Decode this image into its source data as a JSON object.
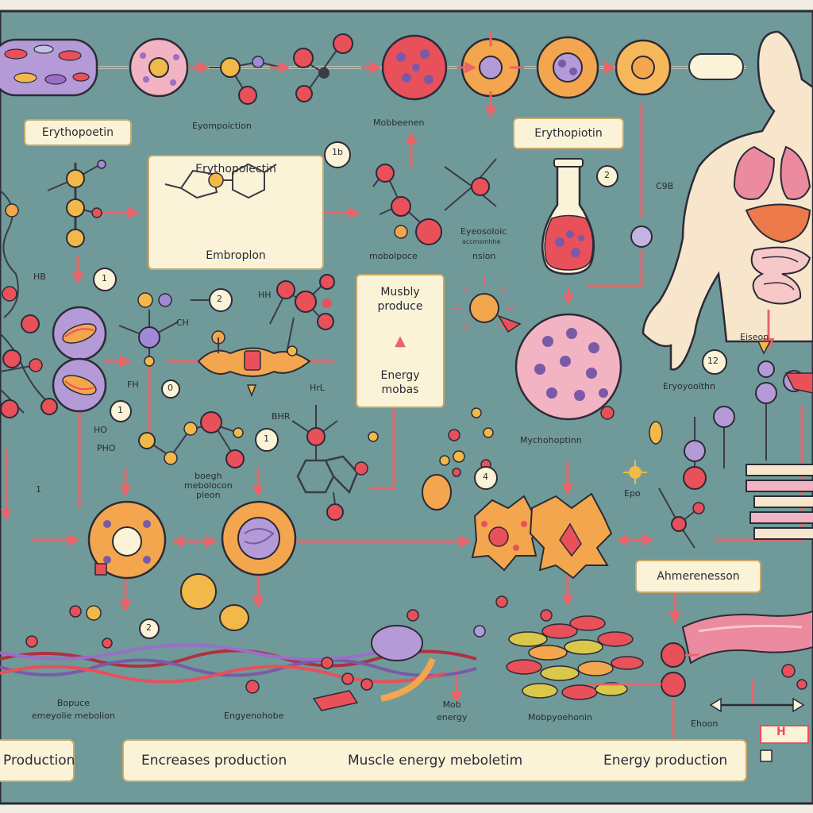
{
  "labels": {
    "erythopoetin_box_left": "Erythopoetin",
    "eyompoiction": "Eyompoiction",
    "mobbeenen": "Mobbeenen",
    "erythopiotin_box_right": "Erythopiotin",
    "erythopoiectin_title": "Erythopoiectin",
    "embroplon": "Embroplon",
    "marker_1b": "1b",
    "marker_2_flask": "2",
    "eyeosoloic": "Eyeosoloic",
    "eyeosoloic_sub": "accmsmhhe",
    "nsion": "nsion",
    "mobolpoce": "mobolpoce",
    "cod_tag": "C9B",
    "musbly_produce_line1": "Musbly",
    "musbly_produce_line2": "produce",
    "energy_mobas_line1": "Energy",
    "energy_mobas_line2": "mobas",
    "marker_1_left": "1",
    "marker_2_center": "2",
    "marker_1_mid": "1",
    "marker_1_lower": "1",
    "marker_0_lower": "0",
    "marker_1_center": "1",
    "marker_4": "4",
    "marker_12": "12",
    "marker_2_bottom": "2",
    "ch": "CH",
    "hh": "HH",
    "hb": "HB",
    "fh": "FH",
    "ho": "HO",
    "pho": "PHO",
    "bhr": "BHR",
    "hrl": "HrL",
    "epo": "Epo",
    "eiseon": "Eiseon",
    "eryoyoolthn": "Eryoyoolthn",
    "mychohoptinn": "Mychohoptinn",
    "boegh_line1": "boegh",
    "boegh_line2": "mebolocon",
    "boegh_line3": "pleon",
    "bopuce_line1": "Bopuce",
    "bopuce_line2": "emeyolie mebolion",
    "engyenohobe": "Engyenohobe",
    "mob_energy_line1": "Mob",
    "mob_energy_line2": "energy",
    "mobpyoehonin": "Mobpyoehonin",
    "ahmerenesson": "Ahmerenesson",
    "ehoon": "Ehoon",
    "h_tag": "H",
    "banner_left": "Production",
    "banner_center_left": "Encreases production",
    "banner_center_mid": "Muscle energy meboletim",
    "banner_center_right": "Energy production"
  },
  "colors": {
    "background": "#6f9a99",
    "border": "#2b2b36",
    "bond": "#3b3b48",
    "arrow": "#e8646a",
    "atom_red": "#e8505a",
    "atom_yellow": "#f2b84a",
    "atom_purple": "#a08ad8",
    "cell_pink": "#f2b3c2",
    "cell_orange": "#f3a64e",
    "cell_purple": "#b59ad8",
    "label_box": "#fbf3d8",
    "body_skin": "#f8e6cc",
    "organ_pink": "#ec8aa0",
    "organ_orange": "#ec7a4a"
  }
}
